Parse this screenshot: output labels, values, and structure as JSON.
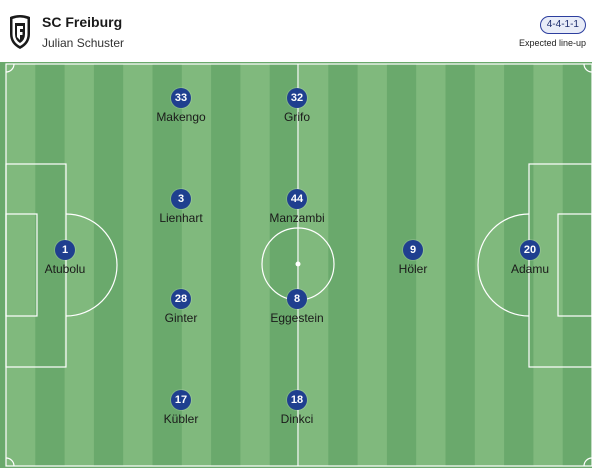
{
  "team": {
    "name": "SC Freiburg",
    "manager": "Julian Schuster",
    "formation": "4-4-1-1",
    "lineup_status": "Expected line-up"
  },
  "colors": {
    "pitch_dark": "#6aa96c",
    "pitch_light": "#80b97d",
    "lines": "#ffffff",
    "player_badge": "#1f3f8f"
  },
  "players": [
    {
      "number": "1",
      "name": "Atubolu"
    },
    {
      "number": "33",
      "name": "Makengo"
    },
    {
      "number": "3",
      "name": "Lienhart"
    },
    {
      "number": "28",
      "name": "Ginter"
    },
    {
      "number": "17",
      "name": "Kübler"
    },
    {
      "number": "32",
      "name": "Grifo"
    },
    {
      "number": "44",
      "name": "Manzambi"
    },
    {
      "number": "8",
      "name": "Eggestein"
    },
    {
      "number": "18",
      "name": "Dinkci"
    },
    {
      "number": "9",
      "name": "Höler"
    },
    {
      "number": "20",
      "name": "Adamu"
    }
  ]
}
